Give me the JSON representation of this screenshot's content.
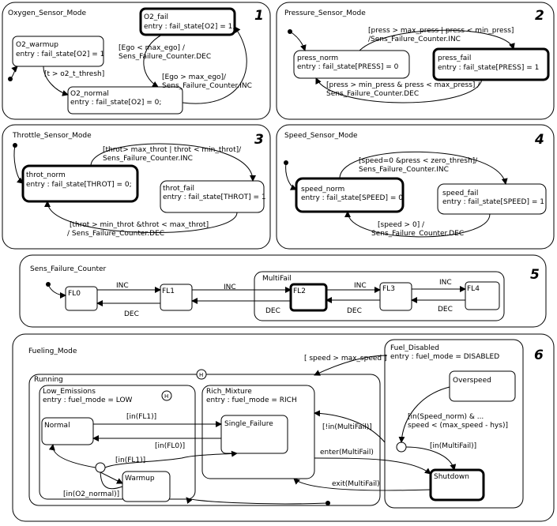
{
  "panels": [
    {
      "title": "Oxygen_Sensor_Mode",
      "number": "1"
    },
    {
      "title": "Pressure_Sensor_Mode",
      "number": "2"
    },
    {
      "title": "Throttle_Sensor_Mode",
      "number": "3"
    },
    {
      "title": "Speed_Sensor_Mode",
      "number": "4"
    },
    {
      "title": "Sens_Failure_Counter",
      "number": "5"
    },
    {
      "title": "Fueling_Mode",
      "number": "6"
    }
  ],
  "oxygen": {
    "fail_name": "O2_fail",
    "fail_entry": "entry : fail_state[O2] = 1;",
    "warmup_name": "O2_warmup",
    "warmup_entry": "entry : fail_state[O2] = 1",
    "normal_name": "O2_normal",
    "normal_entry": "entry : fail_state[O2] = 0;",
    "t_warmup": "[t > o2_t_thresh]",
    "t_dec_1": "[Ego < max_ego] /",
    "t_dec_2": "Sens_Failure_Counter.DEC",
    "t_inc_1": "[Ego > max_ego]/",
    "t_inc_2": "Sens_Failure_Counter.INC"
  },
  "pressure": {
    "norm_name": "press_norm",
    "norm_entry": "entry : fail_state[PRESS] = 0",
    "fail_name": "press_fail",
    "fail_entry": "entry : fail_state[PRESS] = 1",
    "t_inc_1": "[press > max_press | press < min_press]",
    "t_inc_2": "/Sens_Failure_Counter.INC",
    "t_dec_1": "[press > min_press & press < max_press] /",
    "t_dec_2": "Sens_Failure_Counter.DEC"
  },
  "throttle": {
    "norm_name": "throt_norm",
    "norm_entry": "entry : fail_state[THROT] = 0;",
    "fail_name": "throt_fail",
    "fail_entry": "entry : fail_state[THROT] = 1",
    "t_inc_1": "[throt> max_throt | throt < min_throt]/",
    "t_inc_2": "Sens_Failure_Counter.INC",
    "t_dec_1": "[throt > min_throt &throt < max_throt]",
    "t_dec_2": "/ Sens_Failure_Counter.DEC"
  },
  "speed": {
    "norm_name": "speed_norm",
    "norm_entry": "entry : fail_state[SPEED] = 0",
    "fail_name": "speed_fail",
    "fail_entry": "entry : fail_state[SPEED] = 1",
    "t_inc_1": "[speed=0 &press < zero_thresh]/",
    "t_inc_2": "Sens_Failure_Counter.INC",
    "t_dec_1": "[speed > 0] /",
    "t_dec_2": "Sens_Failure_Counter.DEC"
  },
  "counter": {
    "states": [
      "FL0",
      "FL1",
      "FL2",
      "FL3",
      "FL4"
    ],
    "multifail": "MultiFail",
    "inc": "INC",
    "dec": "DEC"
  },
  "fueling": {
    "running": "Running",
    "history": "H",
    "low_name": "Low_Emissions",
    "low_entry": "entry : fuel_mode = LOW",
    "normal": "Normal",
    "warmup": "Warmup",
    "rich_name": "Rich_Mixture",
    "rich_entry": "entry : fuel_mode = RICH",
    "single_failure": "Single_Failure",
    "disabled_name": "Fuel_Disabled",
    "disabled_entry": "entry : fuel_mode = DISABLED",
    "overspeed": "Overspeed",
    "shutdown": "Shutdown",
    "t_speed_gt": "[ speed > max_speed ]",
    "t_in_fl1_a": "[in(FL1)]",
    "t_in_fl0": "[in(FL0)]",
    "t_in_fl1_b": "[in(FL1)]",
    "t_in_o2": "[in(O2_normal)]",
    "t_in_multifail_a": "[!in(MultiFail)]",
    "t_speed_norm_1": "[in(Speed_norm) & ...",
    "t_speed_norm_2": "speed < (max_speed - hys)]",
    "t_in_multifail_b": "[in(MultiFail)]",
    "t_enter": "enter(MultiFail)",
    "t_exit": "exit(MultiFail)"
  }
}
